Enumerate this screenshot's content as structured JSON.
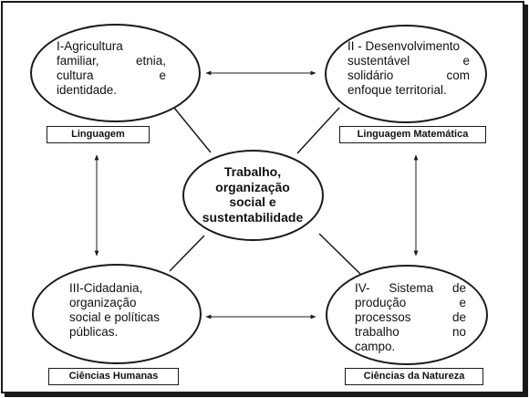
{
  "center": {
    "lines": [
      "Trabalho,",
      "organização",
      "social e",
      "sustentabilidade"
    ]
  },
  "nodes": [
    {
      "id": "agricultura",
      "lines": [
        "I-Agricultura",
        "familiar, etnia,",
        "cultura e",
        "identidade."
      ]
    },
    {
      "id": "desenvolvimento",
      "lines": [
        "II - Desenvolvimento",
        "sustentável e",
        "solidário com",
        "enfoque territorial."
      ]
    },
    {
      "id": "cidadania",
      "lines": [
        "III-Cidadania,",
        "organização",
        "social e políticas",
        "públicas."
      ]
    },
    {
      "id": "sistema",
      "lines": [
        "IV- Sistema de",
        "produção e",
        "processos de",
        "trabalho no",
        "campo."
      ]
    }
  ],
  "labels": {
    "linguagem": "Linguagem",
    "linguagem_matematica": "Linguagem Matemática",
    "ciencias_humanas": "Ciências Humanas",
    "ciencias_natureza": "Ciências da Natureza"
  },
  "colors": {
    "stroke": "#1a1a1a",
    "background": "#ffffff"
  }
}
